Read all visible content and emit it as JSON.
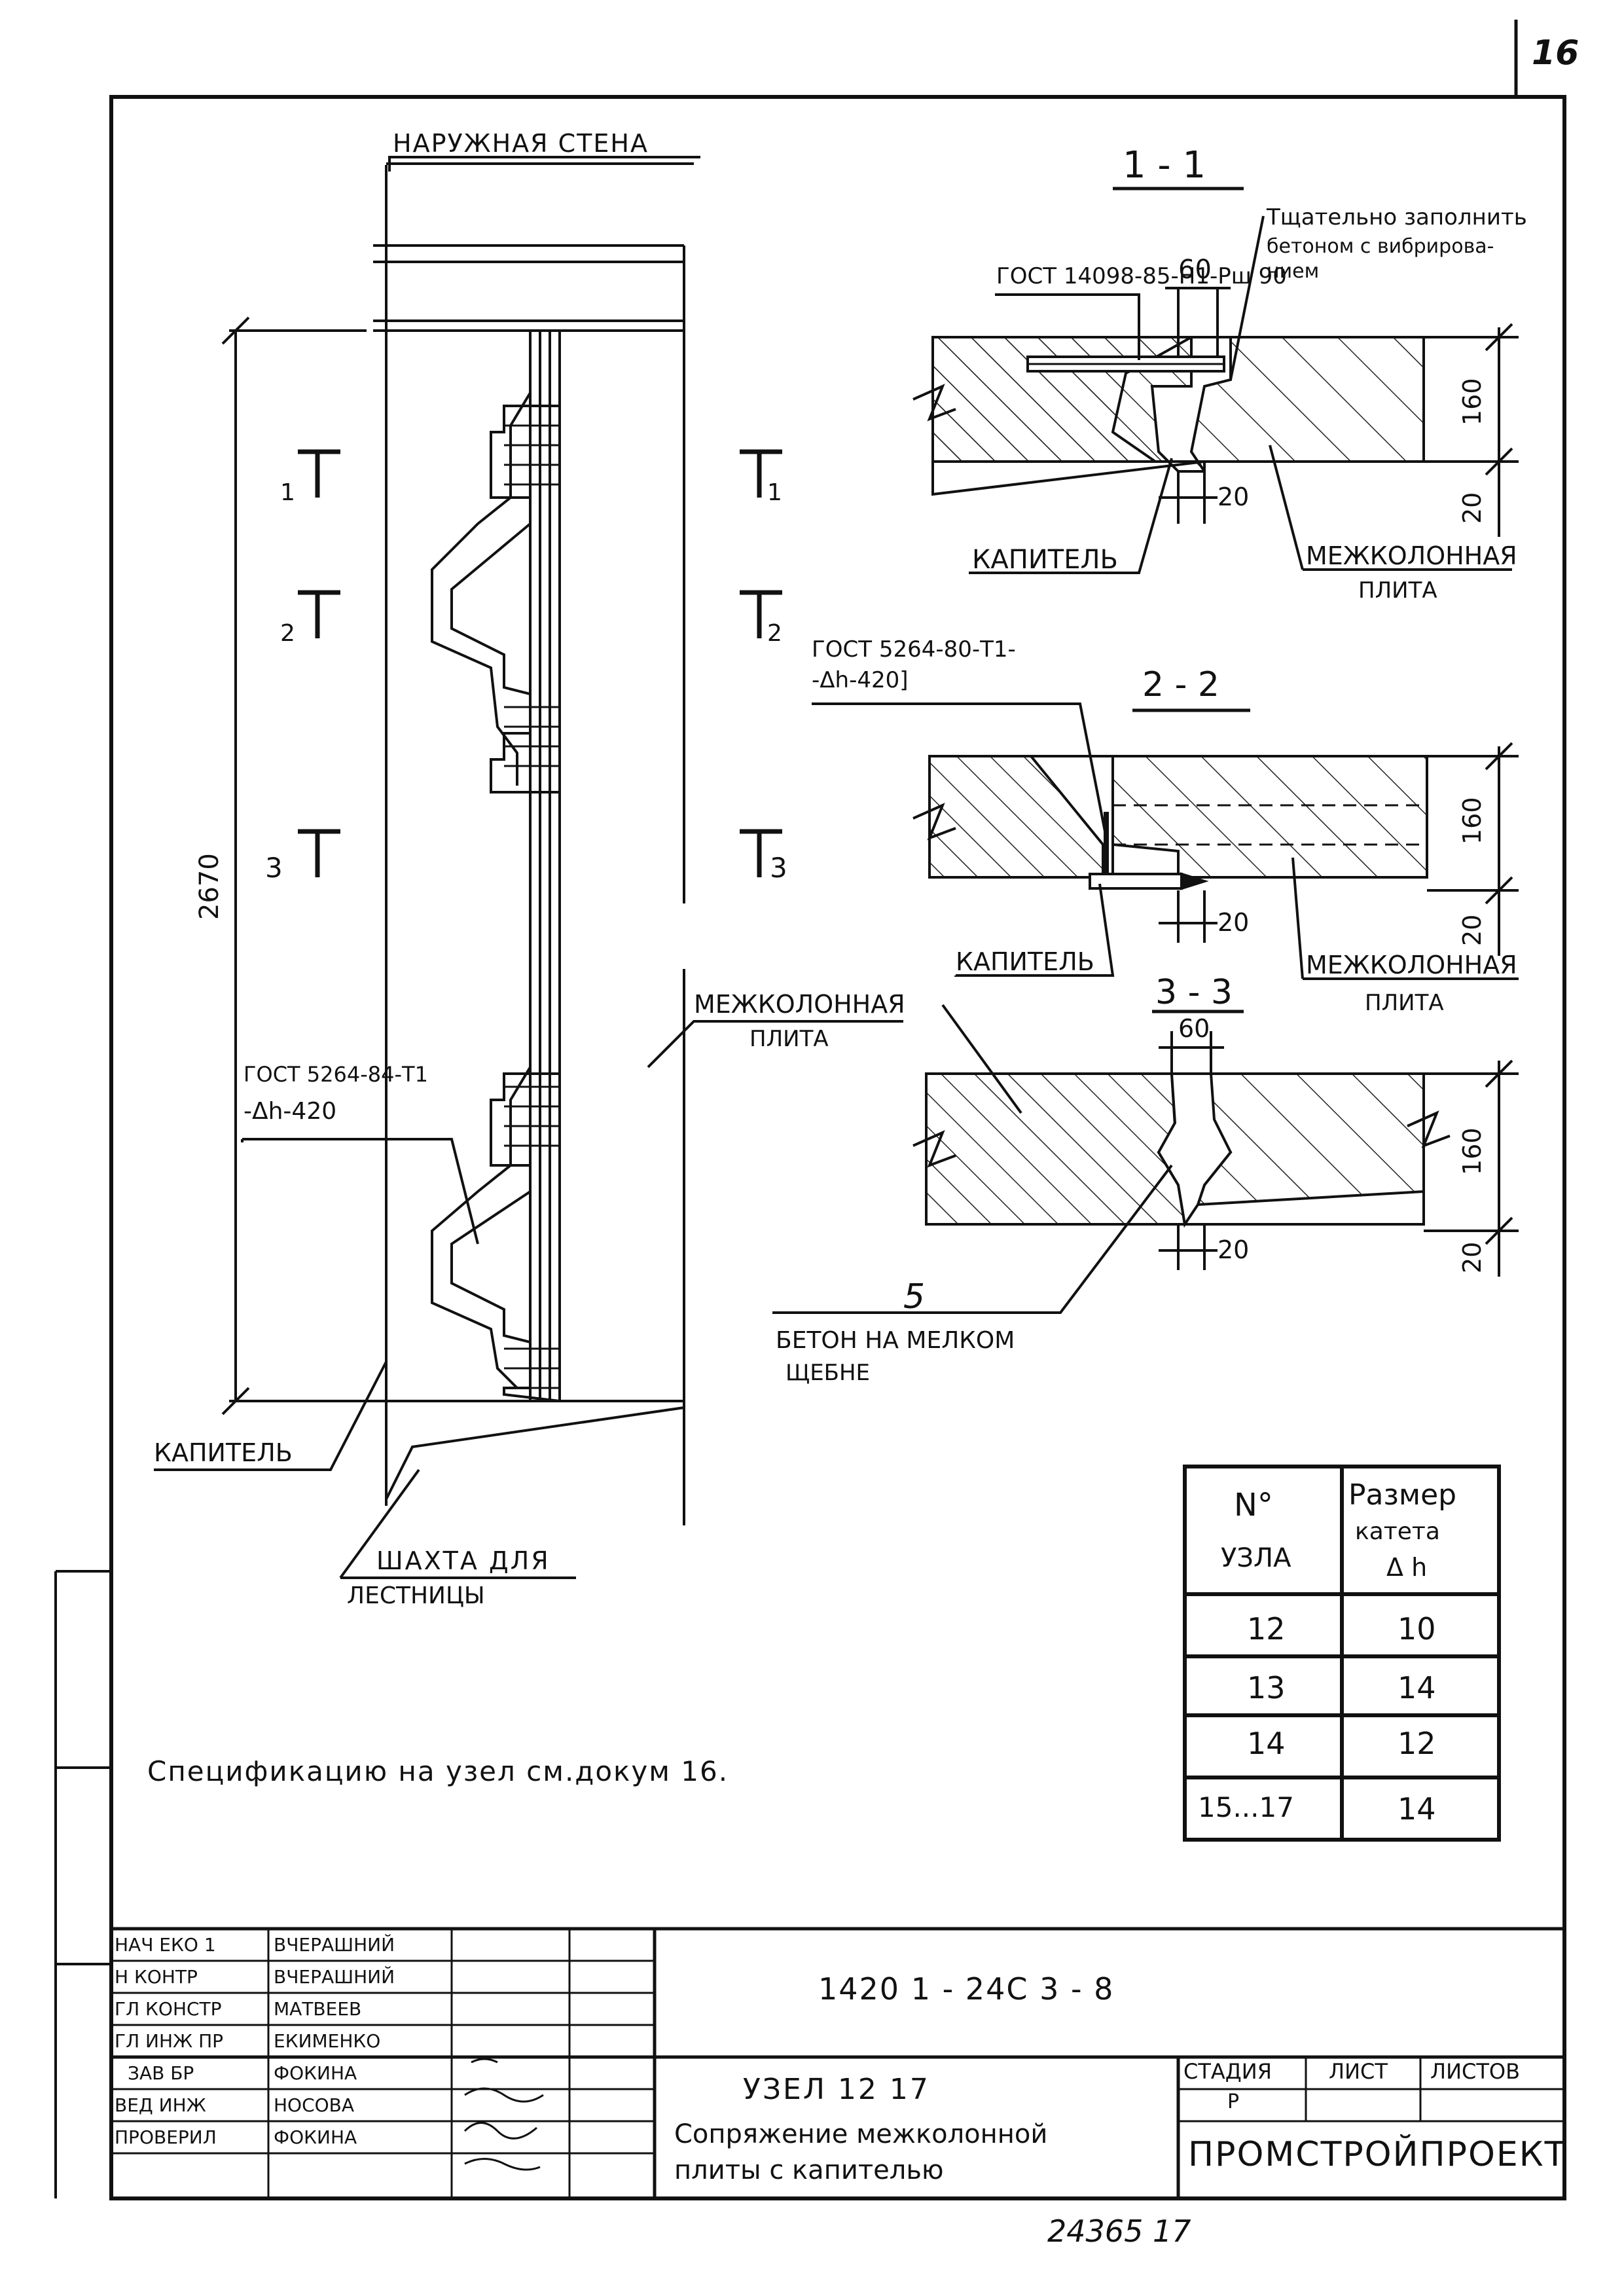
{
  "page_number": "16",
  "elevation": {
    "label_outer_wall": "НАРУЖНАЯ СТЕНА",
    "dimension_height": "2670",
    "section_marks_left": [
      "1",
      "2",
      "3"
    ],
    "section_marks_right": [
      "1",
      "2",
      "3"
    ],
    "label_gost_weld": "ГОСТ 5264-84-Т1",
    "label_gost_weld_2": "-Δh-420",
    "label_slab": "МЕЖКОЛОННАЯ",
    "label_slab_2": "ПЛИТА",
    "label_capital": "КАПИТЕЛЬ",
    "label_shaft": "ШАХТА ДЛЯ",
    "label_shaft_2": "ЛЕСТНИЦЫ"
  },
  "section_1": {
    "title": "1 - 1",
    "gost": "ГОСТ 14098-85-Н1-Рш 90",
    "note_1": "Тщательно заполнить",
    "note_2": "бетоном с вибрирова-",
    "note_3": "нием",
    "dim_60": "60",
    "dim_160": "160",
    "dim_20": "20",
    "dim_20_bottom": "20",
    "label_capital": "КАПИТЕЛЬ",
    "label_slab": "МЕЖКОЛОННАЯ",
    "label_slab_2": "ПЛИТА"
  },
  "section_2": {
    "title": "2 - 2",
    "gost_1": "ГОСТ 5264-80-Т1-",
    "gost_2": "-Δh-420]",
    "dim_160": "160",
    "dim_20": "20",
    "dim_20_bottom": "20",
    "label_capital": "КАПИТЕЛЬ",
    "label_slab": "МЕЖКОЛОННАЯ",
    "label_slab_2": "ПЛИТА"
  },
  "section_3": {
    "title": "3 - 3",
    "dim_60": "60",
    "dim_160": "160",
    "dim_20": "20",
    "dim_20_bottom": "20",
    "callout_number": "5",
    "label_concrete": "БЕТОН НА МЕЛКОМ",
    "label_concrete_2": "ЩЕБНЕ"
  },
  "weld_table": {
    "header_node_1": "N°",
    "header_node_2": "УЗЛА",
    "header_size_1": "Размер",
    "header_size_2": "катета",
    "header_size_3": "Δ h",
    "rows": [
      {
        "node": "12",
        "size": "10"
      },
      {
        "node": "13",
        "size": "14"
      },
      {
        "node": "14",
        "size": "12"
      },
      {
        "node": "15...17",
        "size": "14"
      }
    ]
  },
  "spec_note": "Спецификацию на узел см.докум 16.",
  "title_block": {
    "roles": [
      "НАЧ ЕКО 1",
      "Н КОНТР",
      "ГЛ КОНСТР",
      "ГЛ ИНЖ ПР",
      "ЗАВ БР",
      "ВЕД ИНЖ",
      "ПРОВЕРИЛ"
    ],
    "names": [
      "ВЧЕРАШНИЙ",
      "ВЧЕРАШНИЙ",
      "МАТВЕЕВ",
      "ЕКИМЕНКО",
      "ФОКИНА",
      "НОСОВА",
      "ФОКИНА"
    ],
    "doc_code": "1420 1 - 24С 3 - 8",
    "node_title": "УЗЕЛ 12   17",
    "description_1": "Сопряжение межколонной",
    "description_2": "плиты с капителью",
    "stage_label": "СТАДИЯ",
    "sheet_label": "ЛИСТ",
    "sheets_label": "ЛИСТОВ",
    "stage_value": "Р",
    "organization": "ПРОМСТРОЙПРОЕКТ"
  },
  "footer_handwritten": "24365   17"
}
